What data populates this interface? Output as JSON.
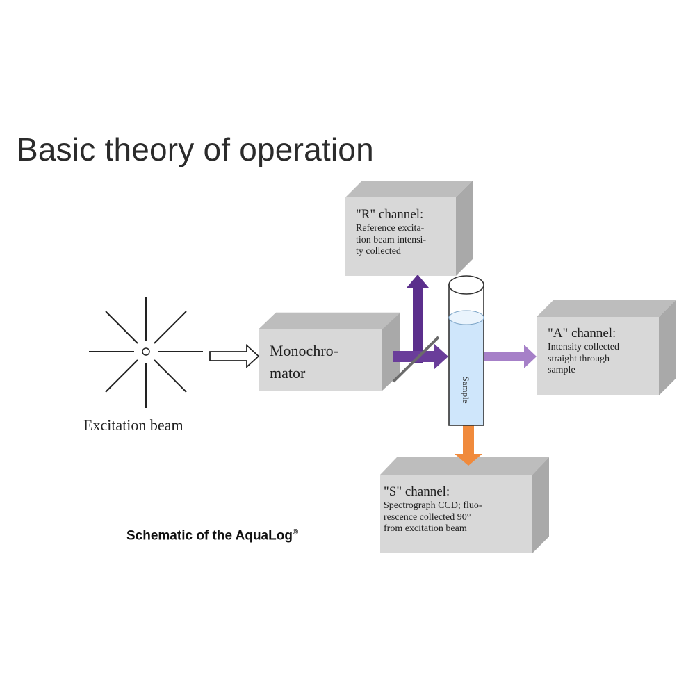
{
  "title": "Basic theory of operation",
  "caption": "Schematic of the AquaLog",
  "caption_mark": "®",
  "source": {
    "label": "Excitation beam"
  },
  "monochromator": {
    "line1": "Monochro-",
    "line2": "mator"
  },
  "r_channel": {
    "heading": "\"R\" channel:",
    "lines": [
      "Reference excita-",
      "tion beam intensi-",
      "ty collected"
    ]
  },
  "a_channel": {
    "heading": "\"A\" channel:",
    "lines": [
      "Intensity collected",
      "straight through",
      "sample"
    ]
  },
  "s_channel": {
    "heading": "\"S\" channel:",
    "lines": [
      "Spectrograph CCD; fluo-",
      "rescence collected 90°",
      "from excitation beam"
    ]
  },
  "sample": {
    "label": "Sample"
  },
  "colors": {
    "box_front": "#d8d8d8",
    "box_top": "#bdbdbd",
    "box_side": "#a9a9a9",
    "excitation_arrow": "#6a3d9a",
    "r_arrow": "#5b2f8c",
    "a_arrow": "#a680c8",
    "s_arrow": "#f08a3c",
    "sample_liquid": "#cfe6fb",
    "sample_tube": "#333333"
  }
}
